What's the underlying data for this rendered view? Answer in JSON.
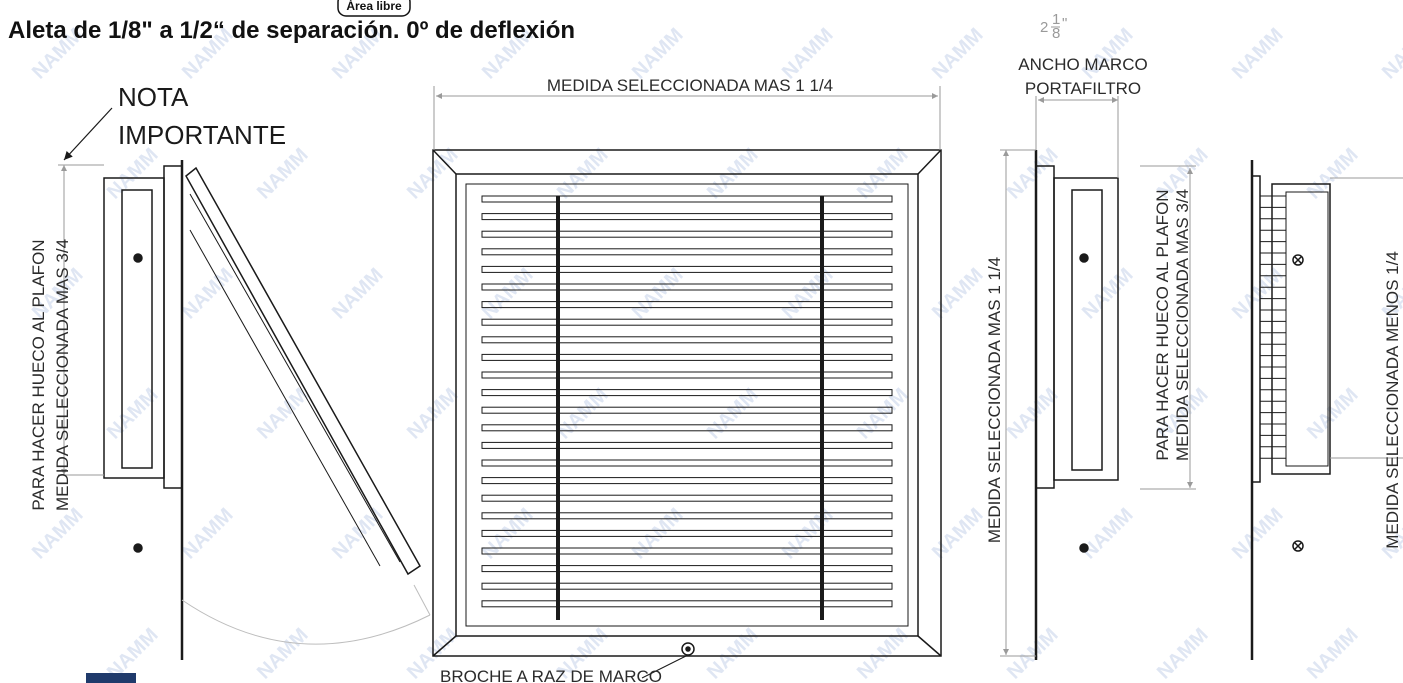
{
  "title": "Aleta de 1/8\" a 1/2“ de separación. 0º de deflexión",
  "badge": "Área libre",
  "watermark": "NAMM",
  "colors": {
    "line": "#1a1a1a",
    "dim": "#9a9a9a",
    "watermark": "#dfe6f3",
    "accent": "#1f3a6b"
  },
  "labels": {
    "nota_line1": "NOTA",
    "nota_line2": "IMPORTANTE",
    "left_vertical_1": "PARA HACER HUECO AL PLAFON",
    "left_vertical_2": "MEDIDA SELECCIONADA MAS 3/4",
    "top_width": "MEDIDA SELECCIONADA MAS 1 1/4",
    "bottom_clip": "BROCHE A RAZ DE MARCO",
    "frame_dim_whole": "2",
    "frame_dim_num": "1",
    "frame_dim_den": "8",
    "frame_dim_unit": "\"",
    "frame_width_1": "ANCHO MARCO",
    "frame_width_2": "PORTAFILTRO",
    "right_vertical_1": "MEDIDA SELECCIONADA MAS 1 1/4",
    "right_vertical_2": "PARA HACER HUECO AL PLAFON",
    "right_vertical_3": "MEDIDA SELECCIONADA MAS 3/4",
    "far_right_vertical": "MEDIDA SELECCIONADA MENOS 1/4"
  }
}
